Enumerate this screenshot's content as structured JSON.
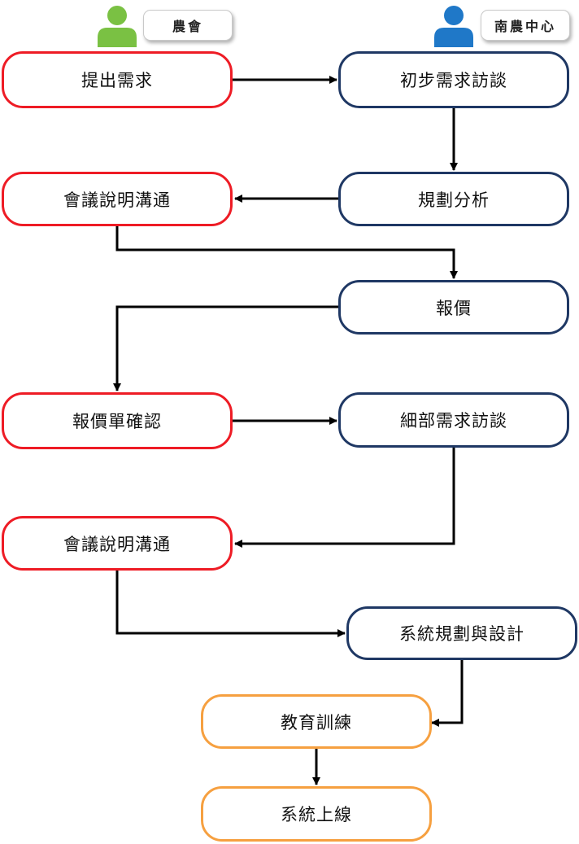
{
  "roles": {
    "left": {
      "label": "農會",
      "icon": "person-icon",
      "color": "#7ac143"
    },
    "right": {
      "label": "南農中心",
      "icon": "person-icon",
      "color": "#1f78c8"
    }
  },
  "steps": {
    "s1": "提出需求",
    "s2": "初步需求訪談",
    "s3": "規劃分析",
    "s4": "會議說明溝通",
    "s5": "報價",
    "s6": "報價單確認",
    "s7": "細部需求訪談",
    "s8": "會議說明溝通",
    "s9": "系統規劃與設計",
    "s10": "教育訓練",
    "s11": "系統上線"
  },
  "colors": {
    "farmers_association_border": "#ee1c25",
    "center_border": "#1f3864",
    "training_border": "#f6a040",
    "arrow": "#000000"
  }
}
